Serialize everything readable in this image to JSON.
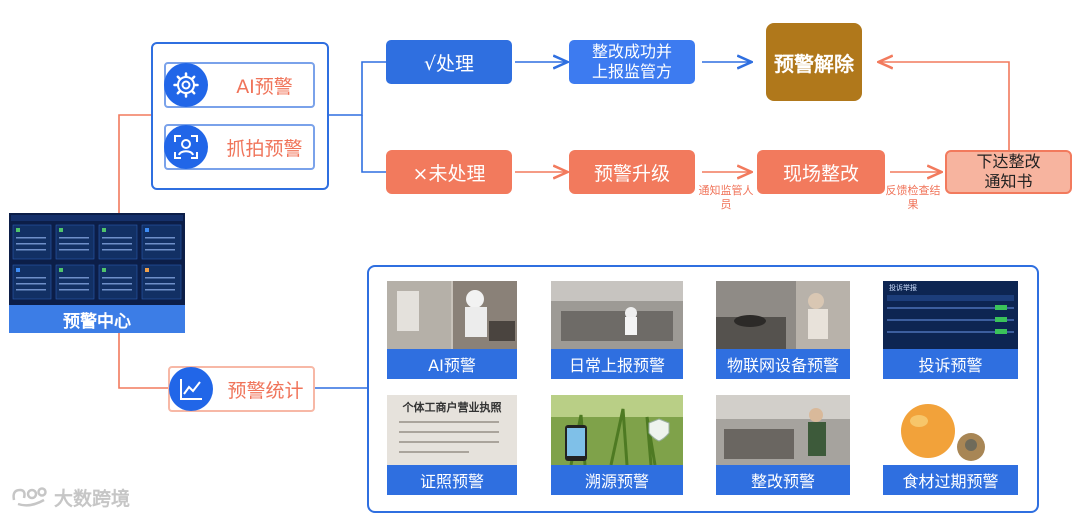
{
  "sources": {
    "ai_warning": "AI预警",
    "snapshot_warning": "抓拍预警"
  },
  "flow": {
    "handled": "√处理",
    "rectify_success": "整改成功并上报监管方",
    "warning_cleared": "预警解除",
    "unhandled": "×未处理",
    "warning_upgrade": "预警升级",
    "onsite_rectify": "现场整改",
    "issue_notice": "下达整改通知书",
    "notify_note": "通知监管人员",
    "feedback_note": "反馈检查结果"
  },
  "center": {
    "label": "预警中心"
  },
  "stats": {
    "label": "预警统计"
  },
  "cards": [
    {
      "label": "AI预警"
    },
    {
      "label": "日常上报预警"
    },
    {
      "label": "物联网设备预警"
    },
    {
      "label": "投诉预警"
    },
    {
      "label": "证照预警"
    },
    {
      "label": "溯源预警"
    },
    {
      "label": "整改预警"
    },
    {
      "label": "食材过期预警"
    }
  ],
  "card_images": {
    "complaint_screen_title": "投诉举报",
    "license_title": "个体工商户营业执照"
  },
  "watermark": "大数跨境",
  "colors": {
    "blue": "#2f6fe0",
    "orange": "#f27a5d",
    "gold": "#b0781b",
    "peach": "#f7b49f"
  }
}
